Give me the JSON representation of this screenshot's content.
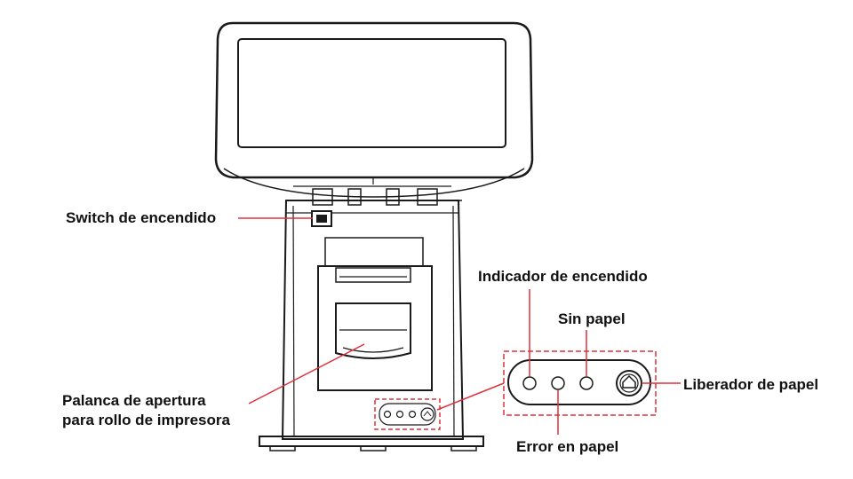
{
  "labels": {
    "power_switch": "Switch de encendido",
    "lever_line1": "Palanca de apertura",
    "lever_line2": "para rollo de impresora",
    "power_indicator": "Indicador de encendido",
    "no_paper": "Sin papel",
    "paper_release": "Liberador de papel",
    "paper_error": "Error en papel"
  },
  "colors": {
    "callout": "#e0303a",
    "outline": "#1a1a1a",
    "text": "#111111"
  }
}
